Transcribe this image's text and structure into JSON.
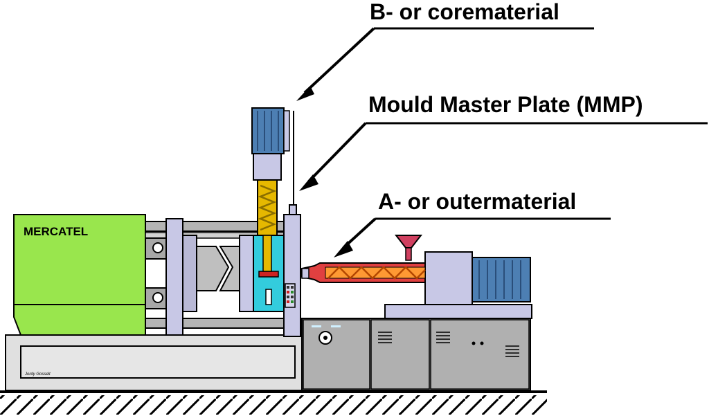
{
  "labels": {
    "core_material": "B- or corematerial",
    "mould_master_plate": "Mould Master Plate (MMP)",
    "outer_material": "A- or outermaterial"
  },
  "machine": {
    "brand": "MERCATEL",
    "signature": "Jordy Gosselt"
  },
  "colors": {
    "clamp_unit": "#99e64d",
    "injection_blue": "#4d7fb3",
    "core_screw": "#e6b800",
    "outer_screw": "#e04040",
    "mould_cyan": "#33ccdd",
    "frame": "#c8c8e6",
    "cabinet": "#a0a0a0"
  }
}
